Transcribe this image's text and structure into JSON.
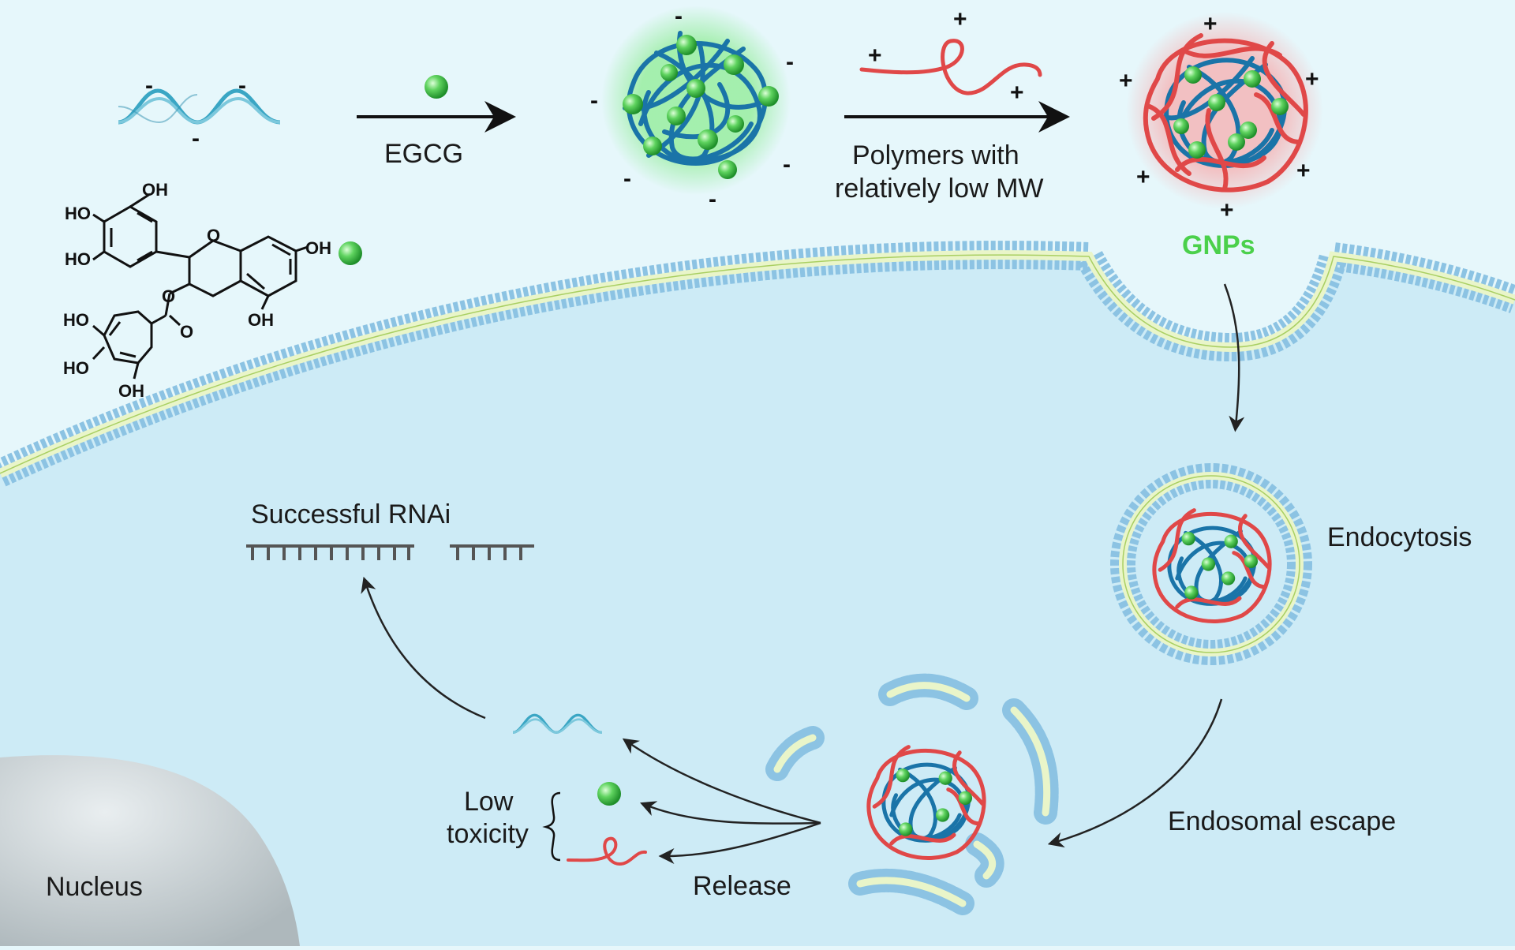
{
  "labels": {
    "egcg": "EGCG",
    "polymers_line1": "Polymers with",
    "polymers_line2": "relatively low MW",
    "gnps": "GNPs",
    "endocytosis": "Endocytosis",
    "endosomal_escape": "Endosomal escape",
    "release": "Release",
    "low": "Low",
    "toxicity": "toxicity",
    "successful_rnai": "Successful RNAi",
    "nucleus": "Nucleus"
  },
  "charges": {
    "negative": "-",
    "positive": "+"
  },
  "egcg_structure": {
    "oh": "OH",
    "ho": "HO",
    "o": "O"
  },
  "colors": {
    "background": "#e6f7fb",
    "cell_interior": "#cdebf6",
    "membrane_bead": "#8cc3e3",
    "sirna": "#3aa6c4",
    "egcg_bead": "#4cc94c",
    "core_strand": "#1a74a8",
    "polymer": "#e04848",
    "gnps_label": "#4bd04b",
    "nucleus": "#c8cfd2"
  }
}
